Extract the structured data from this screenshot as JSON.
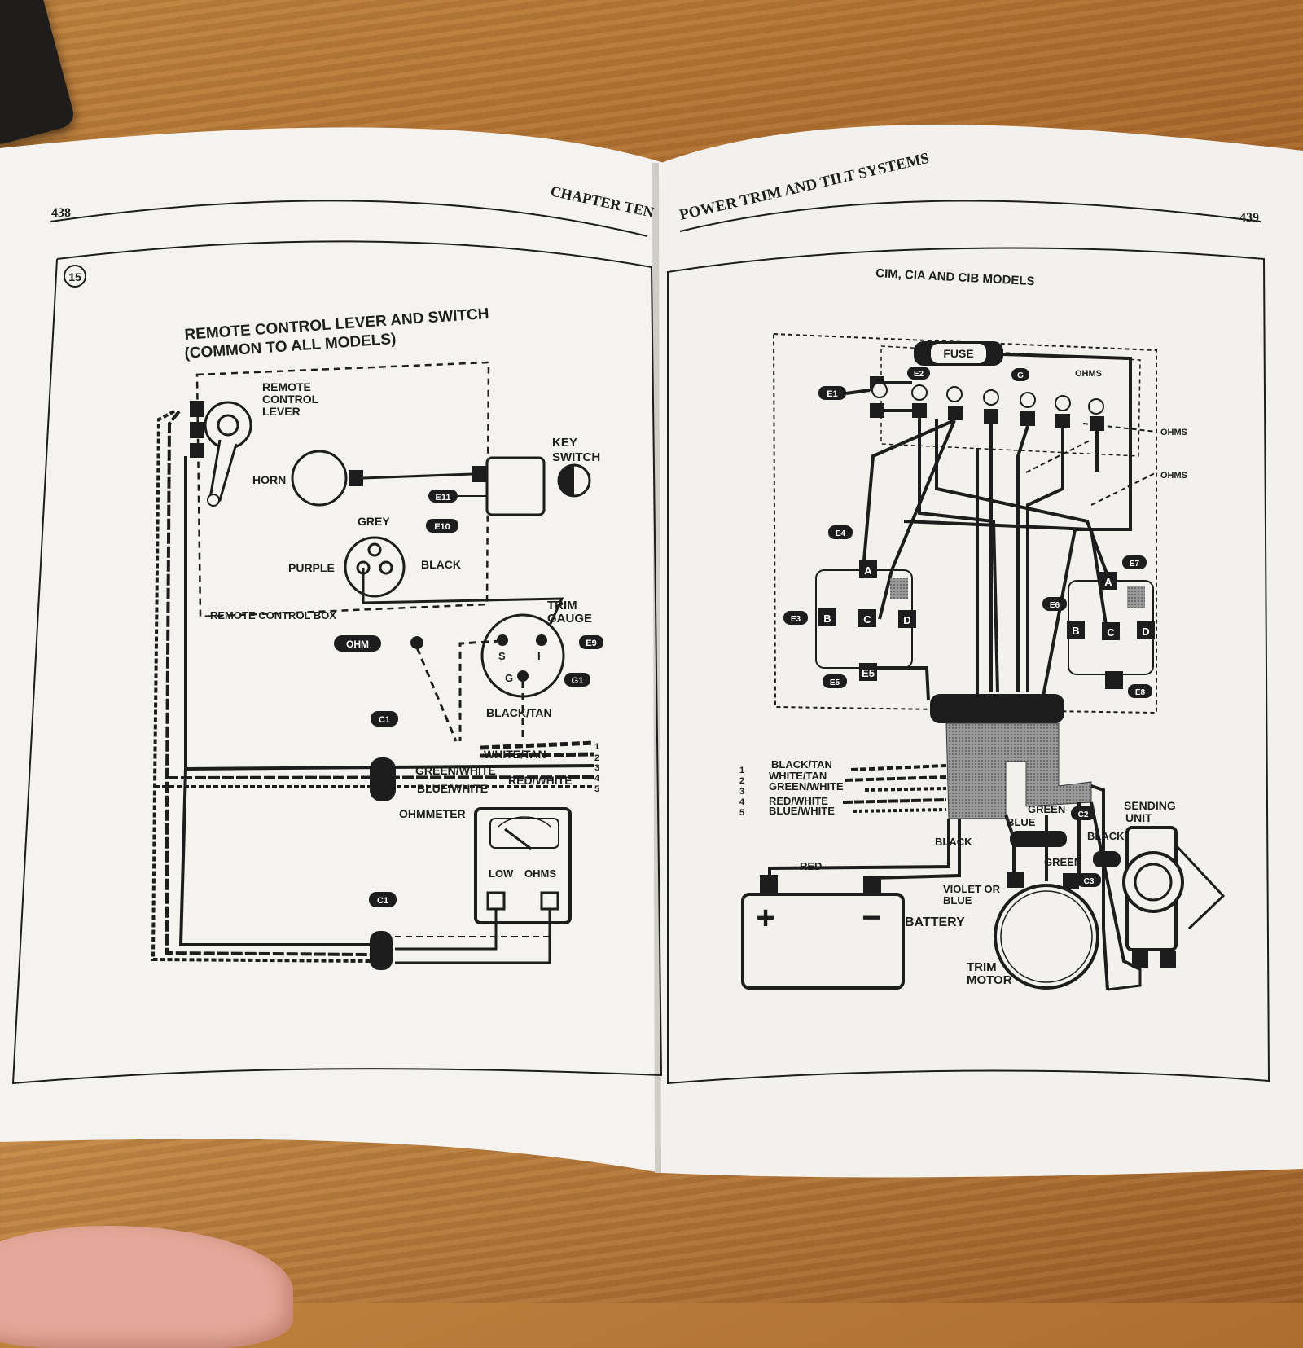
{
  "left_page": {
    "page_number": "438",
    "running_head": "CHAPTER TEN",
    "figure_number": "15",
    "figure_title_line1": "REMOTE CONTROL LEVER AND SWITCH",
    "figure_title_line2": "(COMMON TO ALL MODELS)",
    "labels": {
      "remote_control_lever_1": "REMOTE",
      "remote_control_lever_2": "CONTROL",
      "remote_control_lever_3": "LEVER",
      "horn": "HORN",
      "key_switch_1": "KEY",
      "key_switch_2": "SWITCH",
      "grey": "GREY",
      "purple": "PURPLE",
      "black": "BLACK",
      "remote_control_box": "REMOTE CONTROL BOX",
      "trim_gauge_1": "TRIM",
      "trim_gauge_2": "GAUGE",
      "ohm": "OHM",
      "s": "S",
      "i": "I",
      "g": "G",
      "black_tan": "BLACK/TAN",
      "white_tan": "WHITE/TAN",
      "green_white": "GREEN/WHITE",
      "red_white": "RED/WHITE",
      "blue_white": "BLUE/WHITE",
      "ohmmeter": "OHMMETER",
      "low": "LOW",
      "ohms": "OHMS"
    },
    "tags": {
      "e11": "E11",
      "e10": "E10",
      "e9": "E9",
      "g1": "G1",
      "c1a": "C1",
      "c1b": "C1"
    },
    "wire_numbers": [
      "1",
      "2",
      "3",
      "4",
      "5"
    ]
  },
  "right_page": {
    "page_number": "439",
    "running_head": "POWER TRIM AND TILT SYSTEMS",
    "figure_title": "CIM, CIA AND CIB MODELS",
    "labels": {
      "fuse": "FUSE",
      "ohms_1": "OHMS",
      "ohms_2": "OHMS",
      "ohms_3": "OHMS",
      "black_tan": "BLACK/TAN",
      "white_tan": "WHITE/TAN",
      "green_white": "GREEN/WHITE",
      "red_white": "RED/WHITE",
      "blue_white": "BLUE/WHITE",
      "green_1": "GREEN",
      "blue": "BLUE",
      "black_1": "BLACK",
      "black_2": "BLACK",
      "green_2": "GREEN",
      "red": "RED",
      "violet_or": "VIOLET OR",
      "blue_2": "BLUE",
      "battery": "BATTERY",
      "trim": "TRIM",
      "motor": "MOTOR",
      "sending_1": "SENDING",
      "sending_2": "UNIT",
      "plus": "+",
      "minus": "−"
    },
    "tags": {
      "e1": "E1",
      "e2": "E2",
      "g": "G",
      "e4": "E4",
      "e3": "E3",
      "e5": "E5",
      "e6": "E6",
      "e7": "E7",
      "e8": "E8",
      "c2": "C2",
      "c3": "C3"
    },
    "relay_letters": {
      "a": "A",
      "b": "B",
      "c": "C",
      "d": "D"
    },
    "wire_numbers": [
      "1",
      "2",
      "3",
      "4",
      "5"
    ]
  },
  "colors": {
    "paper": "#f4f3ef",
    "ink": "#1d1d1d",
    "wood": "#b57636"
  }
}
